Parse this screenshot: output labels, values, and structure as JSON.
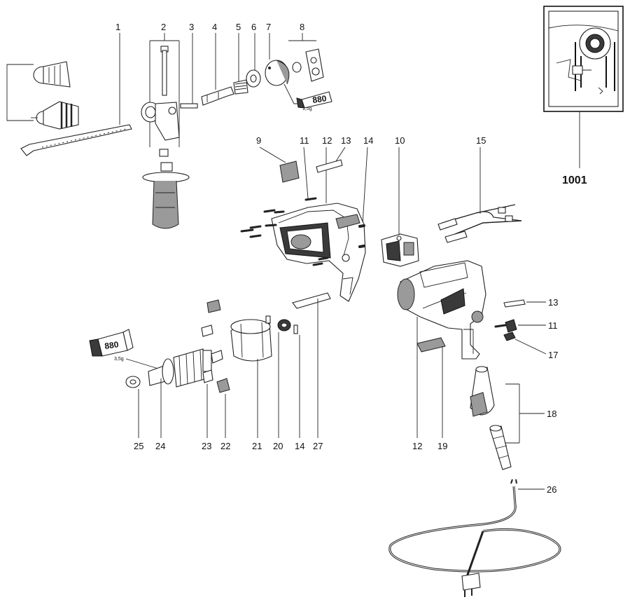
{
  "labels": {
    "top": [
      "1",
      "2",
      "3",
      "4",
      "5",
      "6",
      "7",
      "8"
    ],
    "mid": [
      "9",
      "11",
      "12",
      "13",
      "14",
      "10",
      "15"
    ],
    "right": [
      "13",
      "11",
      "17",
      "18",
      "26"
    ],
    "bottom": [
      "25",
      "24",
      "23",
      "22",
      "21",
      "20",
      "14",
      "27",
      "12",
      "19"
    ],
    "inset": "1001"
  },
  "annotations": {
    "grease_small_a": "1,5g",
    "grease_small_b": "3,5g",
    "grease_tube_a": "880",
    "grease_tube_b": "880"
  }
}
